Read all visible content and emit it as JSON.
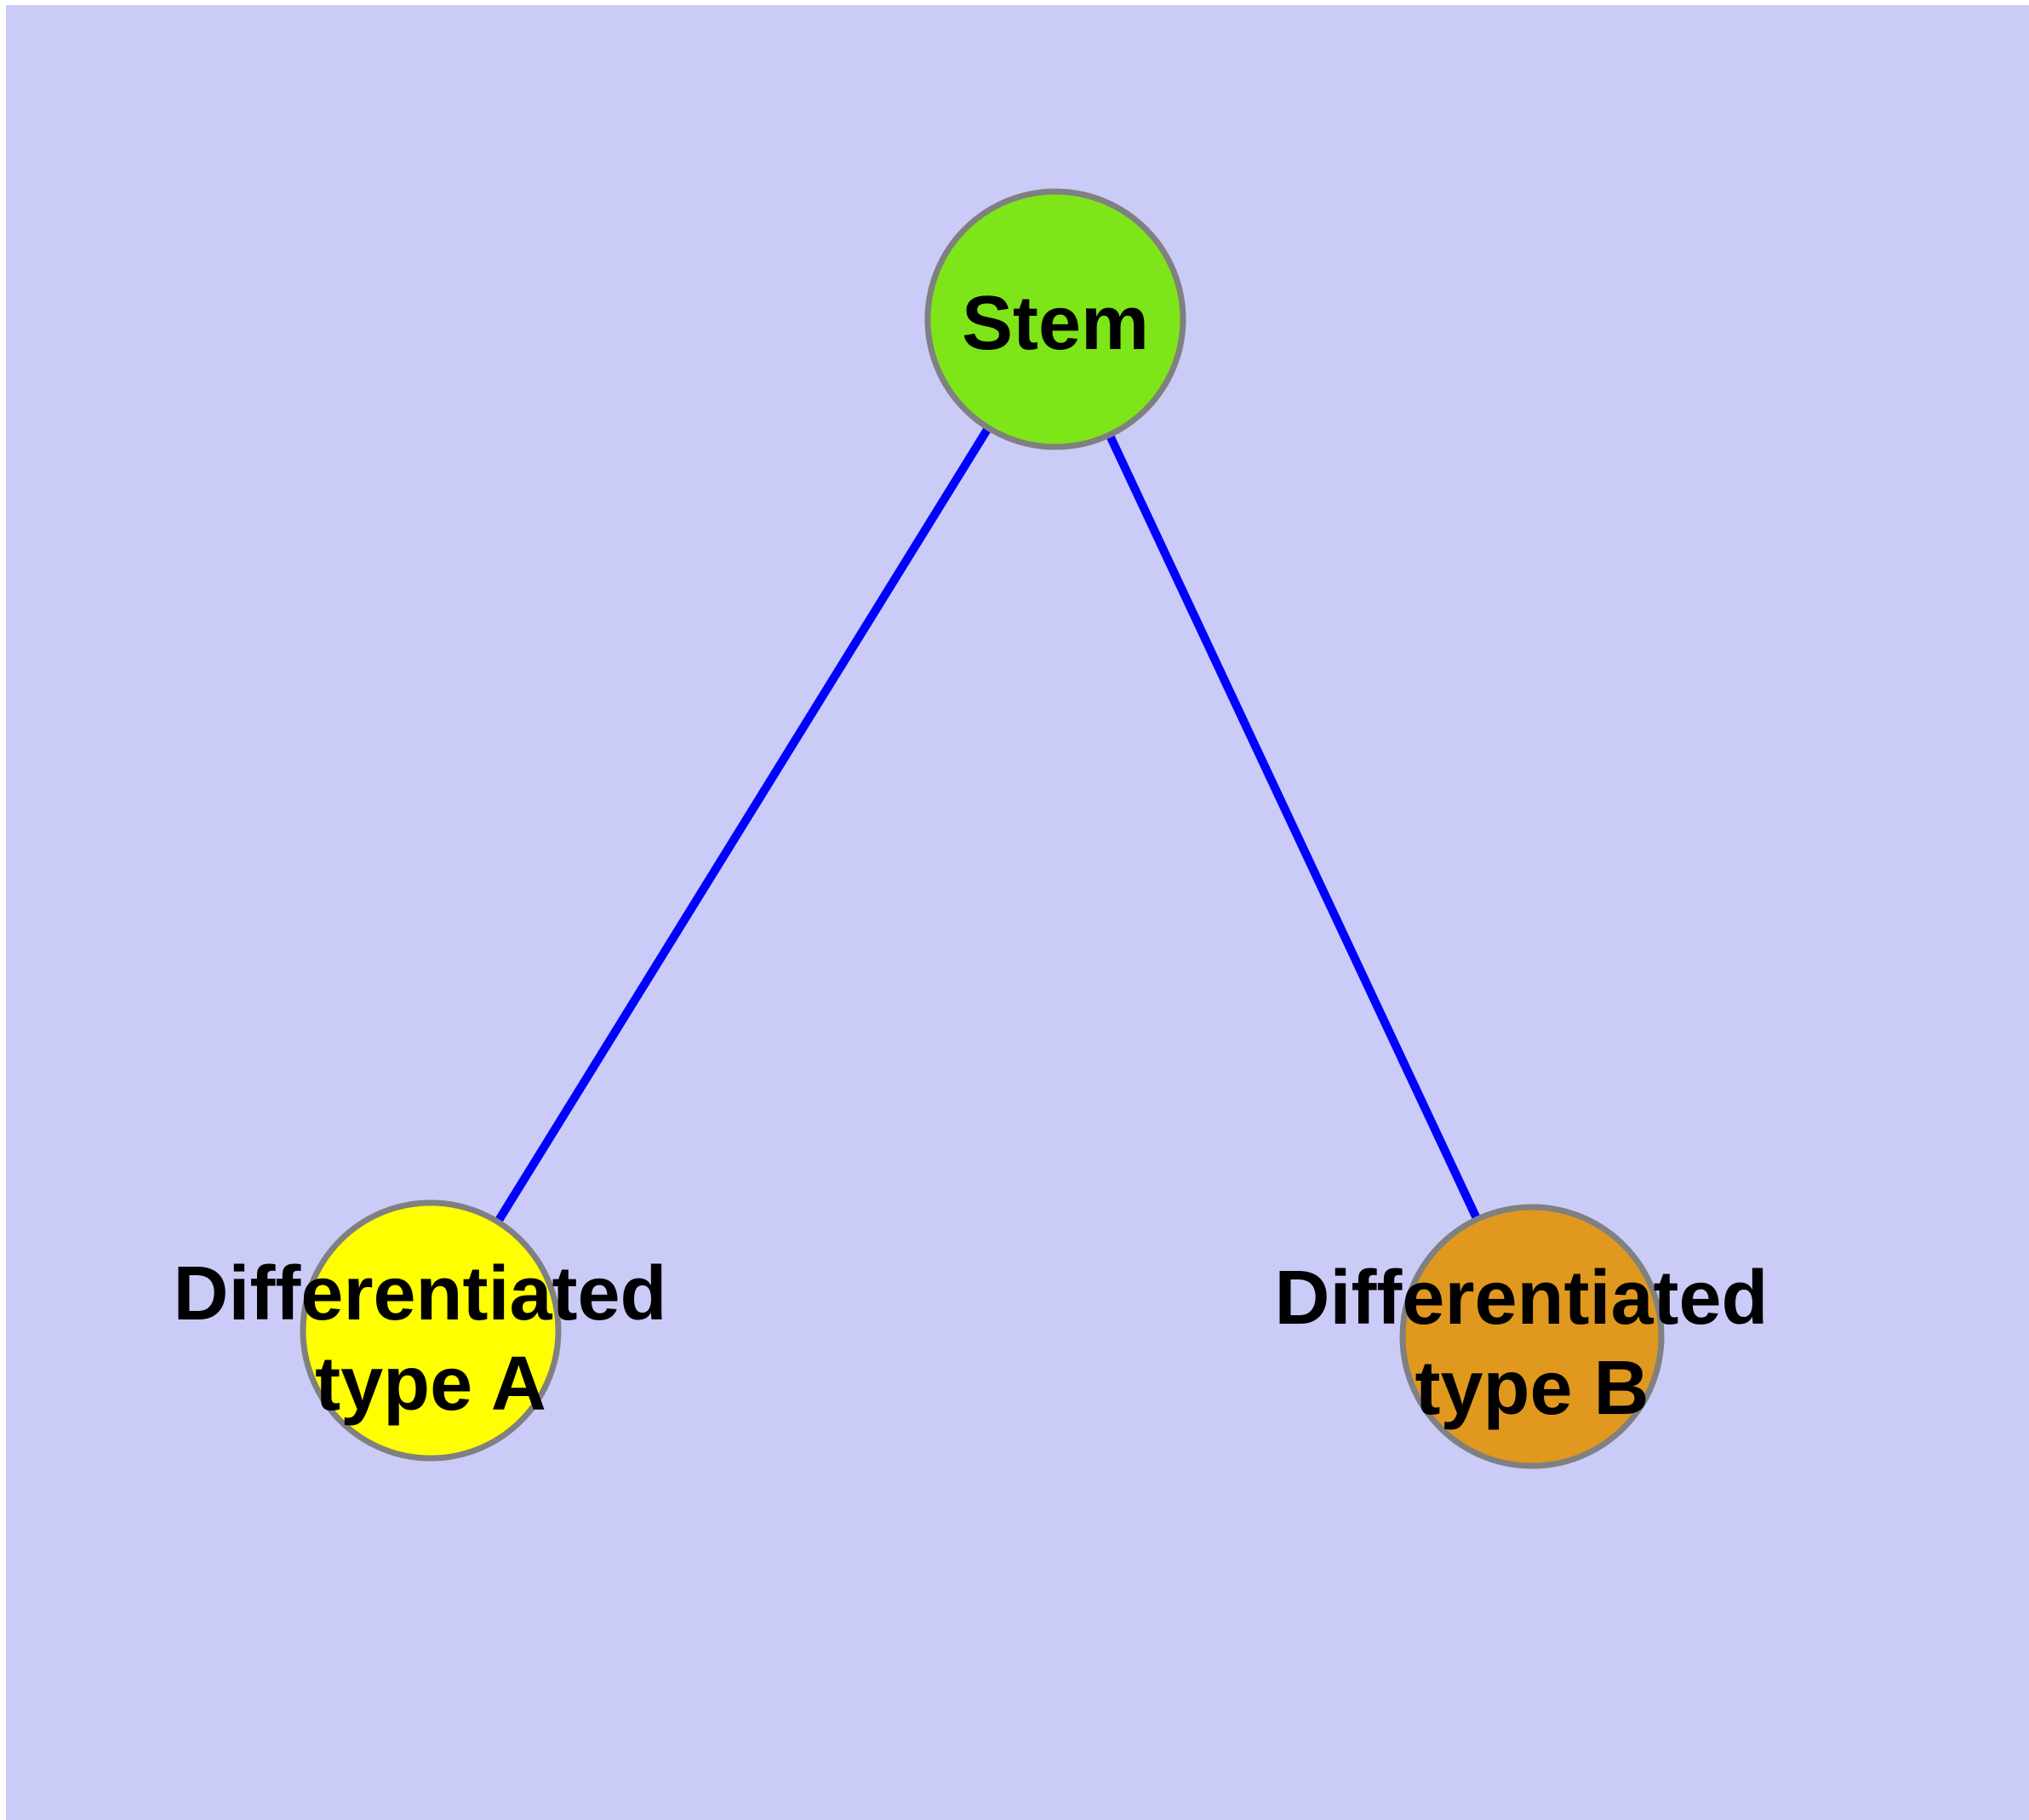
{
  "canvas": {
    "margin_color": "#ffffff",
    "background_color": "#cbcbf8"
  },
  "diagram": {
    "type": "node-link-graph",
    "edge_color": "#0000ff",
    "edge_width": 10,
    "node_stroke_color": "#808080",
    "node_stroke_width": 7,
    "label_color": "#000000",
    "nodes": [
      {
        "id": "stem",
        "label": "Stem",
        "color": "#7ee518"
      },
      {
        "id": "differentiated-type-a",
        "label": "Differentiated type A",
        "label_lines": [
          "Differentiated",
          "type A"
        ],
        "color": "#ffff00"
      },
      {
        "id": "differentiated-type-b",
        "label": "Differentiated type B",
        "label_lines": [
          "Differentiated",
          "type B"
        ],
        "color": "#e0991e"
      }
    ],
    "edges": [
      {
        "from": "Stem",
        "to": "Differentiated type A"
      },
      {
        "from": "Stem",
        "to": "Differentiated type B"
      }
    ]
  }
}
